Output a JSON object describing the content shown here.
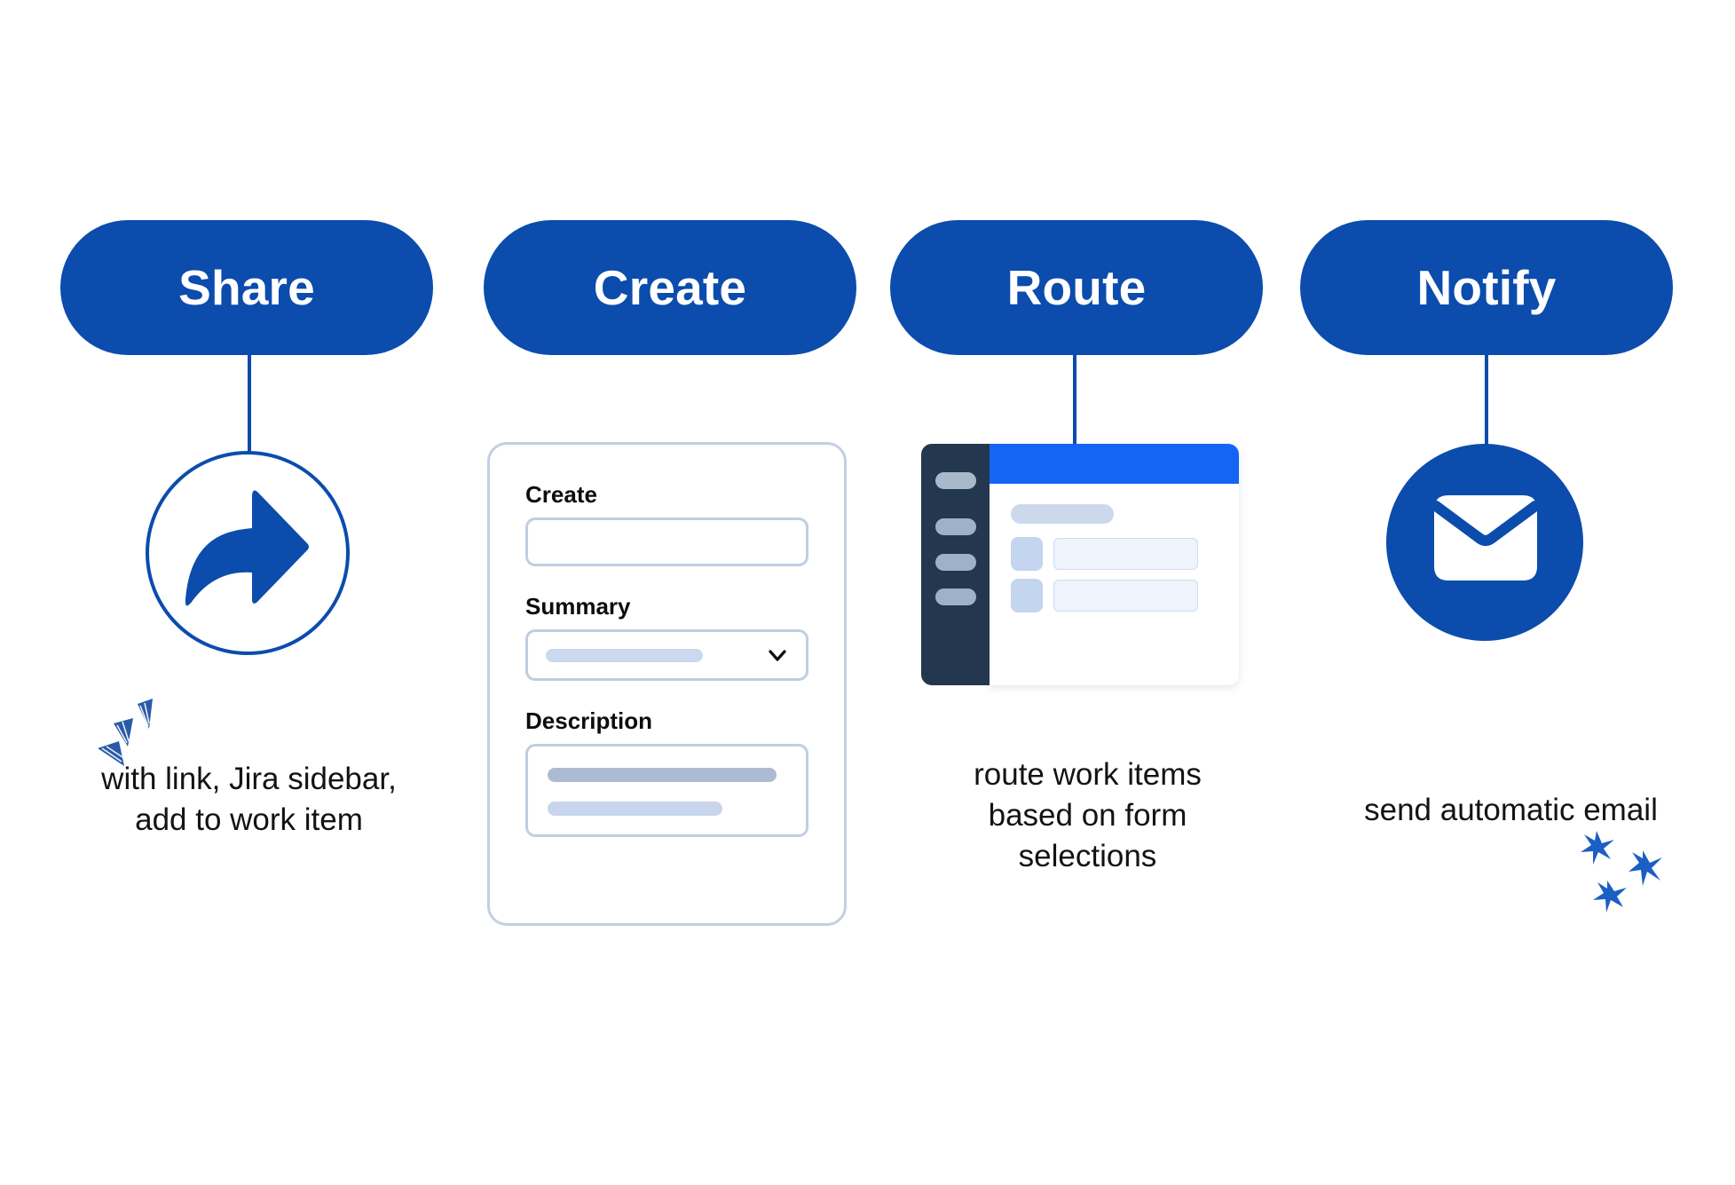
{
  "diagram": {
    "title": "Share Create Route Notify workflow",
    "accent_color": "#0b4cad",
    "header_blue": "#1565f5",
    "sidebar_navy": "#23374e",
    "background": "#ffffff"
  },
  "steps": [
    {
      "id": "share",
      "label": "Share",
      "icon": "share-arrow-icon",
      "caption": "with link, Jira sidebar, add to work item",
      "decoration": "confetti-icon"
    },
    {
      "id": "create",
      "label": "Create",
      "icon": "form-card-icon",
      "caption": "",
      "decoration": ""
    },
    {
      "id": "route",
      "label": "Route",
      "icon": "browser-window-icon",
      "caption": "route work items based on form selections",
      "decoration": ""
    },
    {
      "id": "notify",
      "label": "Notify",
      "icon": "envelope-icon",
      "caption": "send automatic email",
      "decoration": "sparkles-icon"
    }
  ],
  "create_form": {
    "fields": [
      {
        "label": "Create",
        "type": "text",
        "value": ""
      },
      {
        "label": "Summary",
        "type": "select",
        "value": ""
      },
      {
        "label": "Description",
        "type": "textarea",
        "value": ""
      }
    ]
  },
  "route_mock": {
    "sidebar_items": [
      "nav-item-1",
      "nav-item-2",
      "nav-item-3",
      "nav-item-4"
    ],
    "content_rows": [
      "row-1",
      "row-2"
    ]
  }
}
